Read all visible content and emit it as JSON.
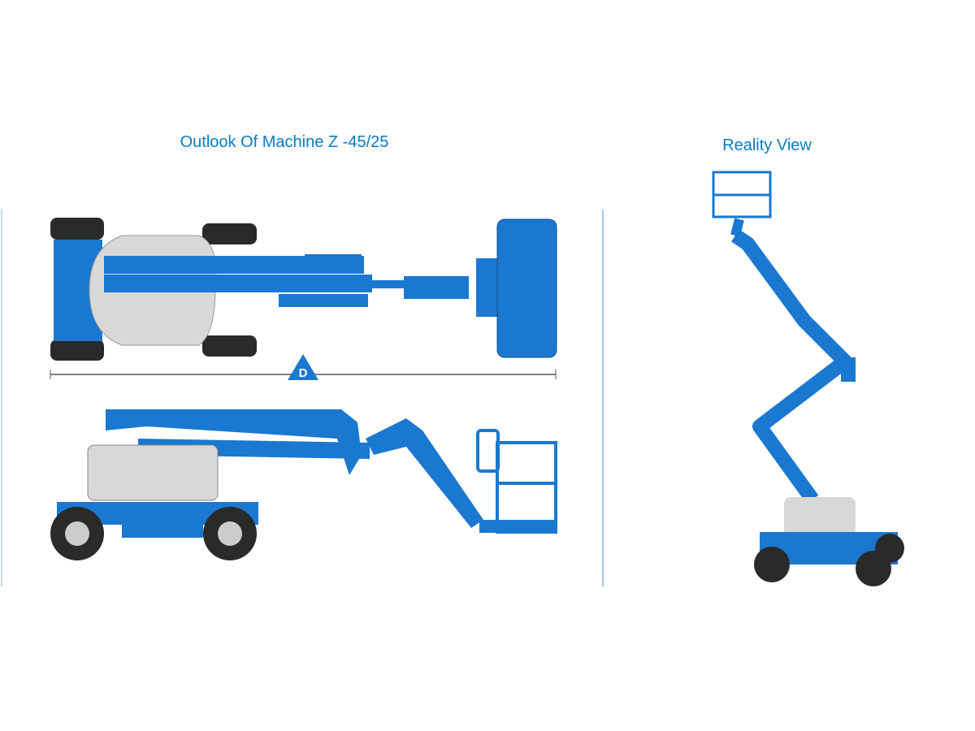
{
  "diagram": {
    "title": "Outlook Of Machine Z -45/25",
    "reality_title": "Reality View",
    "dimension_label": "D"
  },
  "colors": {
    "title": "#0a7bc4",
    "machine_blue": "#1a78d0",
    "body_grey": "#d8d8d6",
    "tire": "#2a2a2a"
  }
}
